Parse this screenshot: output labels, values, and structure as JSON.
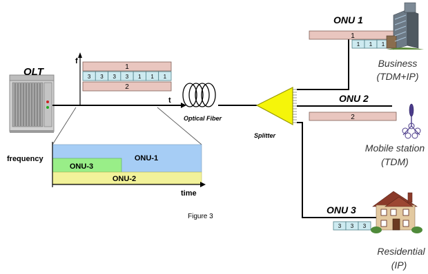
{
  "olt": {
    "label": "OLT"
  },
  "fiber": {
    "label": "Optical Fiber",
    "t_axis": "t",
    "f_axis": "f"
  },
  "fiber_bands": {
    "top": "1",
    "middle": [
      "3",
      "3",
      "3",
      "3",
      "1",
      "1",
      "1"
    ],
    "bottom": "2"
  },
  "splitter": {
    "label": "Splitter"
  },
  "onus": [
    {
      "id": "onu1",
      "label": "ONU 1",
      "band": "1",
      "slots": [
        "1",
        "1",
        "1"
      ],
      "desc1": "Business",
      "desc2": "(TDM+IP)"
    },
    {
      "id": "onu2",
      "label": "ONU 2",
      "band": "2",
      "slots": [],
      "desc1": "Mobile station",
      "desc2": "(TDM)"
    },
    {
      "id": "onu3",
      "label": "ONU 3",
      "band": "",
      "slots": [
        "3",
        "3",
        "3"
      ],
      "desc1": "Residential",
      "desc2": "(IP)"
    }
  ],
  "spectrum": {
    "y_label": "frequency",
    "x_label": "time",
    "bands": {
      "onu1": "ONU-1",
      "onu3": "ONU-3",
      "onu2": "ONU-2"
    },
    "colors": {
      "onu1": "#a6cdf5",
      "onu3": "#99ee88",
      "onu2": "#f2f29a"
    }
  },
  "caption": "Figure 3",
  "colors": {
    "band_pink": "#e9c6bf",
    "band_cyan": "#cdeaf0",
    "splitter_fill": "#f5f50a",
    "splitter_stroke": "#999900",
    "line": "#000000"
  }
}
